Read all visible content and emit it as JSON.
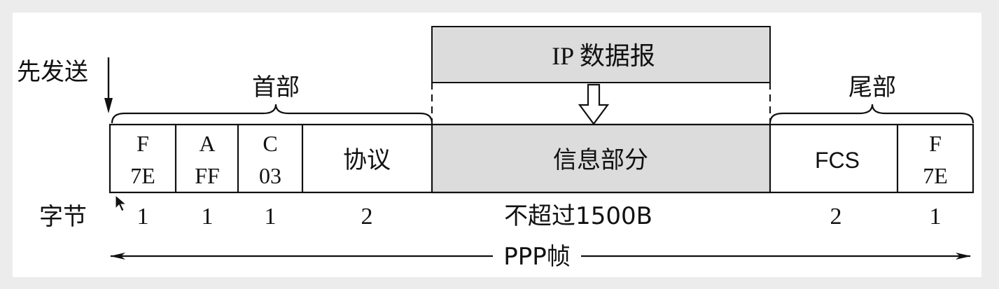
{
  "colors": {
    "background": "#ececec",
    "canvas": "#ffffff",
    "stroke": "#111111",
    "shaded": "#dcdcdc"
  },
  "labels": {
    "send_first": "先发送",
    "header": "首部",
    "trailer": "尾部",
    "bytes": "字节",
    "ip_datagram": "IP 数据报",
    "frame": "PPP帧"
  },
  "fields": [
    {
      "line1": "F",
      "line2": "7E",
      "bytes": "1"
    },
    {
      "line1": "A",
      "line2": "FF",
      "bytes": "1"
    },
    {
      "line1": "C",
      "line2": "03",
      "bytes": "1"
    },
    {
      "line1": "协议",
      "line2": "",
      "bytes": "2"
    },
    {
      "line1": "信息部分",
      "line2": "",
      "bytes": "不超过1500B"
    },
    {
      "line1": "FCS",
      "line2": "",
      "bytes": "2"
    },
    {
      "line1": "F",
      "line2": "7E",
      "bytes": "1"
    }
  ]
}
